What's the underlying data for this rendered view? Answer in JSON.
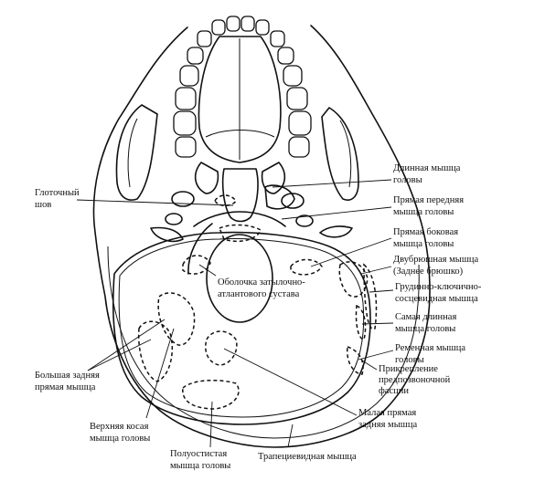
{
  "labels": {
    "pharyngeal_suture": [
      "Глоточный",
      "шов"
    ],
    "longus_capitis": [
      "Длинная мышца",
      "головы"
    ],
    "rectus_capitis_anterior": [
      "Прямая передняя",
      "мышца головы"
    ],
    "rectus_capitis_lateralis": [
      "Прямая боковая",
      "мышца головы"
    ],
    "digastric": [
      "Двубрюшная мышца",
      "(Заднее брюшко)"
    ],
    "atlanto_occipital_membrane": [
      "Оболочка затылочно-",
      "атлантового сустава"
    ],
    "sternocleidomastoid": [
      "Грудинно-ключично-",
      "сосцевидная мышца"
    ],
    "longissimus_capitis": [
      "Самая длинная",
      "мышца головы"
    ],
    "splenius_capitis": [
      "Ременная мышца",
      "головы"
    ],
    "prevertebral_fascia": [
      "Прикрепление",
      "предпозвоночной",
      "фасции"
    ],
    "rectus_capitis_posterior_major": [
      "Большая задняя",
      "прямая мышца"
    ],
    "rectus_capitis_posterior_minor": [
      "Малая прямая",
      "задняя мышца"
    ],
    "obliquus_capitis_superior": [
      "Верхняя косая",
      "мышца головы"
    ],
    "semispinalis_capitis": [
      "Полуостистая",
      "мышца головы"
    ],
    "trapezius": [
      "Трапециевидная мышца"
    ]
  },
  "colors": {
    "ink": "#111111",
    "paper": "#ffffff",
    "stipple": "#333333"
  }
}
